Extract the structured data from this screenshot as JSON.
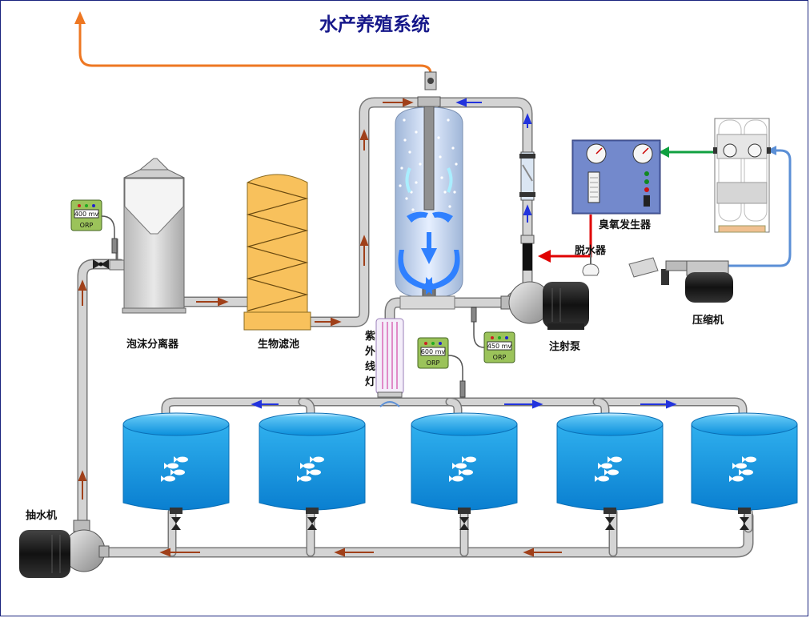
{
  "title": "水产养殖系统",
  "labels": {
    "foam_separator": "泡沫分离器",
    "bio_filter": "生物滤池",
    "uv_lamp": [
      "紫",
      "外",
      "线",
      "灯"
    ],
    "injection_pump": "注射泵",
    "dehydrator": "脱水器",
    "ozone_generator": "臭氧发生器",
    "compressor": "压缩机",
    "water_pump": "抽水机"
  },
  "orp_meters": [
    {
      "value": "400 mv",
      "unit": "ORP"
    },
    {
      "value": "450 mv",
      "unit": "ORP"
    },
    {
      "value": "600 mv",
      "unit": "ORP"
    }
  ],
  "colors": {
    "pipe": "#d4d4d4",
    "pipe_edge": "#777777",
    "flow_return": "#a0401a",
    "flow_supply": "#2233dd",
    "ozone_line": "#e00000",
    "oxygen_line": "#10a040",
    "air_line": "#5b8fd6",
    "exhaust_line": "#ee7722",
    "tank_water": "#19a0e6",
    "filter_media": "#f8c15c",
    "title": "#16188a"
  },
  "icons": [
    "fish-icon",
    "pump-icon",
    "gauge-icon",
    "flow-arrow-icon"
  ]
}
